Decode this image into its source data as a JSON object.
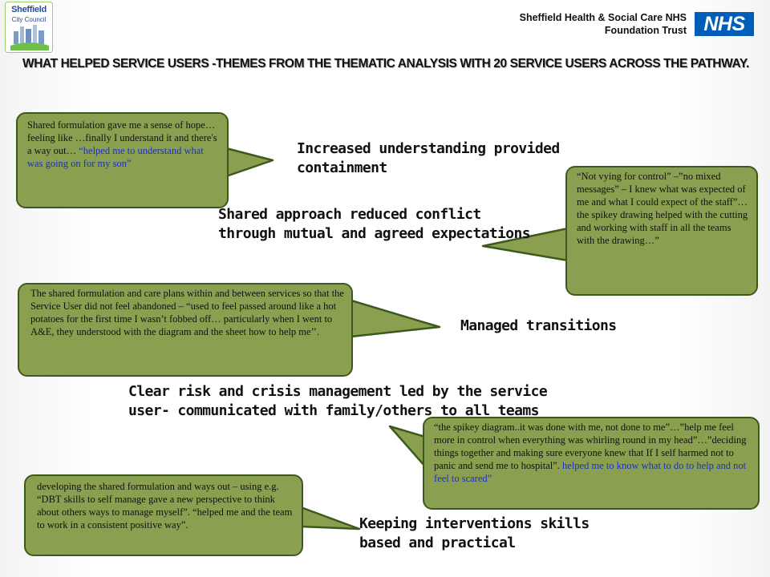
{
  "header": {
    "council_logo_line1": "Sheffield",
    "council_logo_line2": "City Council",
    "trust_name_line1": "Sheffield Health & Social Care NHS",
    "trust_name_line2": "Foundation Trust",
    "nhs_logo_text": "NHS"
  },
  "heading": "WHAT HELPED SERVICE USERS -THEMES FROM THE THEMATIC ANALYSIS WITH 20 SERVICE USERS ACROSS THE PATHWAY.",
  "themes": {
    "understanding": "Increased understanding provided containment",
    "shared_approach": "Shared approach reduced conflict through mutual and agreed expectations",
    "transitions": "Managed transitions",
    "risk_crisis": "Clear risk and crisis management led by the service user- communicated with family/others to all teams",
    "interventions": "Keeping interventions skills based and practical"
  },
  "quotes": {
    "q1_text": "Shared formulation gave me a sense of hope…feeling like …finally I understand it and there's a way out… ",
    "q1_blue": "“helped me to understand what was going on for my son”",
    "q2_text": "“Not vying for control” –”no mixed messages” – I knew what was expected of me and what I could expect of the staff”…the spikey drawing helped with the cutting and working with staff in all the teams with the drawing…”",
    "q3_text": "The shared formulation and care plans within and between services so that the Service User did not feel abandoned – “used to feel passed around like a hot potatoes for the first time I wasn’t fobbed off… particularly when I went to A&E, they understood with the diagram and the sheet how to help me’’.",
    "q4_text": "“the spikey diagram..it was done with me,  not done to me”…”help me feel more in control when everything was whirling round in my head”…”deciding things together and making sure everyone knew that If  I  self harmed not to panic and send me to hospital”. ",
    "q4_blue": "helped me to know what to do to help and not feel to scared”",
    "q5_text": "developing the shared formulation and ways out – using e.g. “DBT skills to self manage gave a new perspective to think about others ways to manage myself”. “helped me and the team to work in a consistent positive way”."
  },
  "colors": {
    "bubble_fill": "#8aa050",
    "bubble_border": "#3b5a1c",
    "quote_blue": "#1a2ec8",
    "nhs_blue": "#005eb8"
  }
}
